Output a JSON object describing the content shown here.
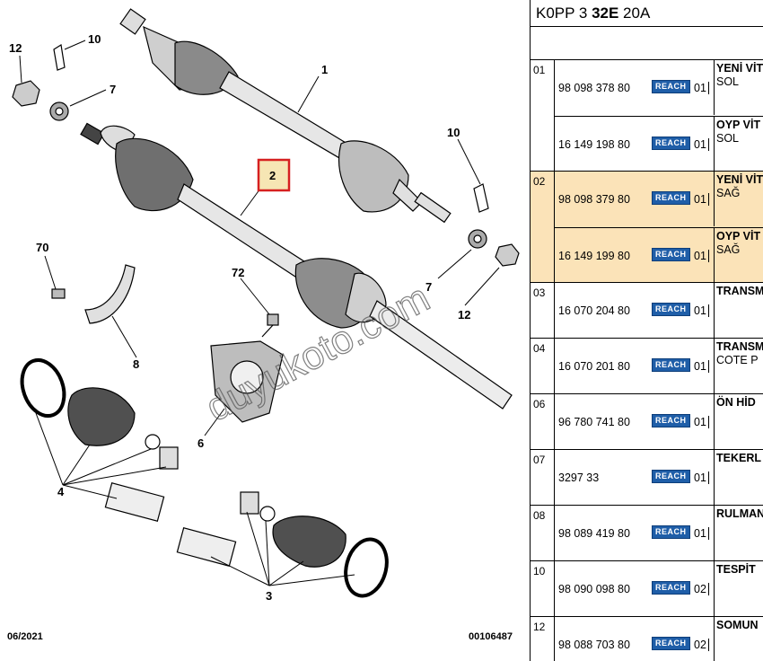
{
  "diagram": {
    "callouts": [
      "1",
      "2",
      "3",
      "4",
      "6",
      "7",
      "7",
      "8",
      "10",
      "10",
      "12",
      "12",
      "70",
      "72"
    ],
    "watermark": "duyukoto.com",
    "footer_left": "06/2021",
    "footer_right": "00106487"
  },
  "table": {
    "title_prefix": "K0PP 3 ",
    "title_bold": "32E",
    "title_suffix": " 20A",
    "rows": [
      {
        "pos": "01",
        "selected": false,
        "subs": [
          {
            "ref": "98 098 378 80",
            "badge": "REACH",
            "qty": "01",
            "desc_line1": "YENİ VİT",
            "desc_line2": "SOL"
          },
          {
            "ref": "16 149 198 80",
            "badge": "REACH",
            "qty": "01",
            "desc_line1": "OYP VİT",
            "desc_line2": "SOL"
          }
        ]
      },
      {
        "pos": "02",
        "selected": true,
        "subs": [
          {
            "ref": "98 098 379 80",
            "badge": "REACH",
            "qty": "01",
            "desc_line1": "YENİ VİT",
            "desc_line2": "SAĞ"
          },
          {
            "ref": "16 149 199 80",
            "badge": "REACH",
            "qty": "01",
            "desc_line1": "OYP VİT",
            "desc_line2": "SAĞ"
          }
        ]
      },
      {
        "pos": "03",
        "selected": false,
        "subs": [
          {
            "ref": "16 070 204 80",
            "badge": "REACH",
            "qty": "01",
            "desc_line1": "TRANSM",
            "desc_line2": ""
          }
        ]
      },
      {
        "pos": "04",
        "selected": false,
        "subs": [
          {
            "ref": "16 070 201 80",
            "badge": "REACH",
            "qty": "01",
            "desc_line1": "TRANSM",
            "desc_line2": "COTE P"
          }
        ]
      },
      {
        "pos": "06",
        "selected": false,
        "subs": [
          {
            "ref": "96 780 741 80",
            "badge": "REACH",
            "qty": "01",
            "desc_line1": "ÖN HİD",
            "desc_line2": ""
          }
        ]
      },
      {
        "pos": "07",
        "selected": false,
        "subs": [
          {
            "ref": "3297 33",
            "badge": "REACH",
            "qty": "01",
            "desc_line1": "TEKERL",
            "desc_line2": ""
          }
        ]
      },
      {
        "pos": "08",
        "selected": false,
        "subs": [
          {
            "ref": "98 089 419 80",
            "badge": "REACH",
            "qty": "01",
            "desc_line1": "RULMAN",
            "desc_line2": ""
          }
        ]
      },
      {
        "pos": "10",
        "selected": false,
        "subs": [
          {
            "ref": "98 090 098 80",
            "badge": "REACH",
            "qty": "02",
            "desc_line1": "TESPİT",
            "desc_line2": ""
          }
        ]
      },
      {
        "pos": "12",
        "selected": false,
        "subs": [
          {
            "ref": "98 088 703 80",
            "badge": "REACH",
            "qty": "02",
            "desc_line1": "SOMUN",
            "desc_line2": ""
          }
        ]
      }
    ]
  },
  "colors": {
    "selected_row": "#fbe3b8",
    "reach_badge": "#1f5ea8",
    "callout_highlight": "#d62020"
  }
}
